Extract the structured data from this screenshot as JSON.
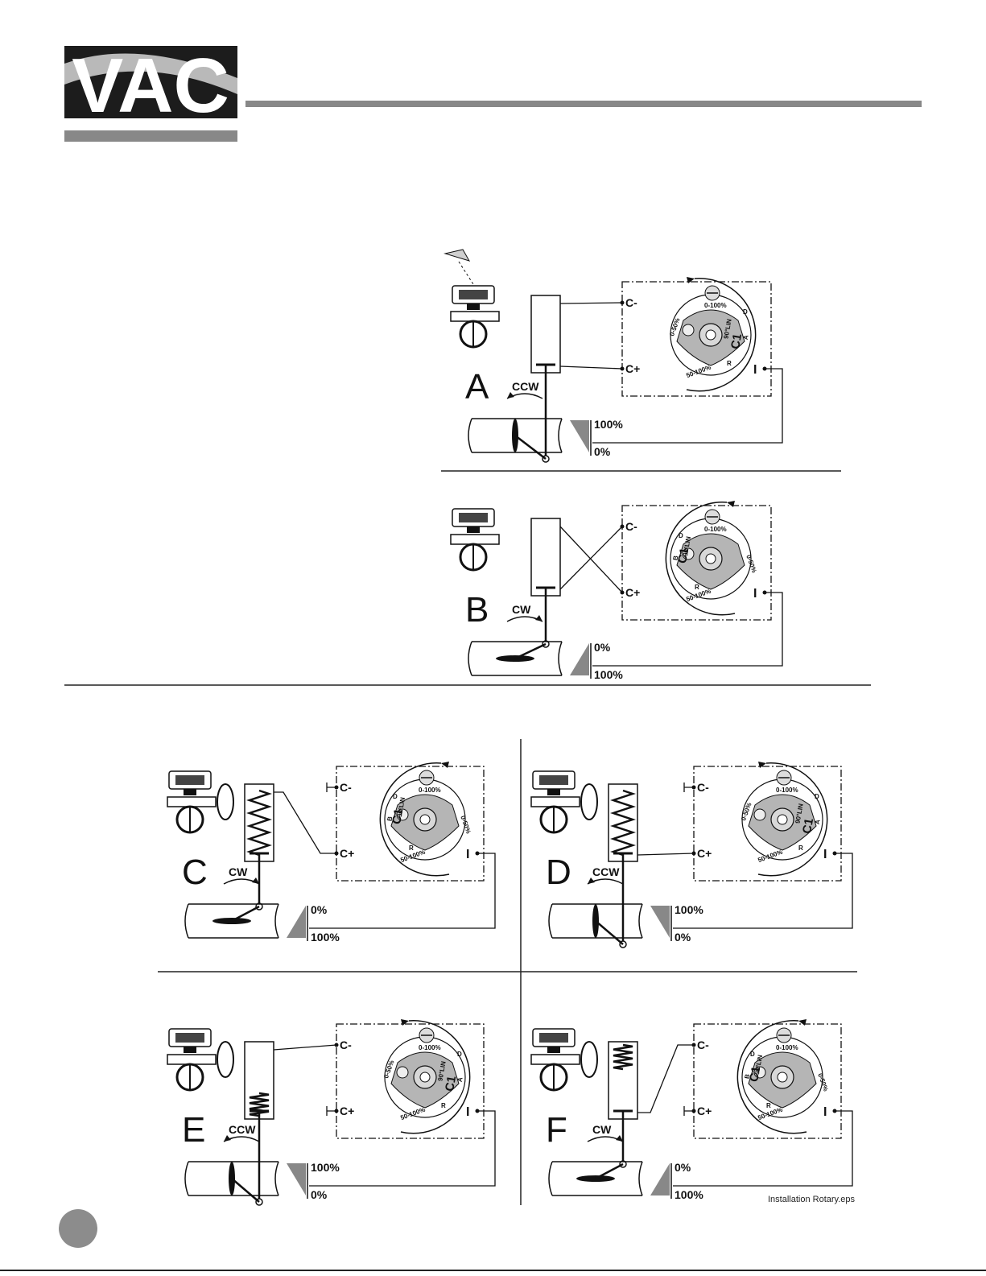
{
  "logo": {
    "text": "VAC"
  },
  "caption": "Installation Rotary.eps",
  "colors": {
    "gray_bar": "#888888",
    "ink": "#1a1a1a",
    "dial": "#b5b5b5"
  },
  "panels": [
    {
      "id": "A",
      "letter": "A",
      "rotation": "CCW",
      "top_pct": "100%",
      "bottom_pct": "0%",
      "term_neg": "C-",
      "term_pos": "C+",
      "term_i": "I",
      "dial": {
        "sel": "C1",
        "sub": "A",
        "range_full": "0-100%",
        "range_low": "0-50%",
        "range_high": "50-100%",
        "lin": "90°LIN",
        "dir_d": "D",
        "dir_r": "R"
      }
    },
    {
      "id": "B",
      "letter": "B",
      "rotation": "CW",
      "top_pct": "0%",
      "bottom_pct": "100%",
      "term_neg": "C-",
      "term_pos": "C+",
      "term_i": "I",
      "dial": {
        "sel": "C1",
        "sub": "B",
        "range_full": "0-100%",
        "range_low": "0-50%",
        "range_high": "50-100%",
        "lin": "90°LIN",
        "dir_d": "D",
        "dir_r": "R"
      }
    },
    {
      "id": "C",
      "letter": "C",
      "rotation": "CW",
      "top_pct": "0%",
      "bottom_pct": "100%",
      "term_neg": "C-",
      "term_pos": "C+",
      "term_i": "I",
      "dial": {
        "sel": "C1",
        "sub": "B",
        "range_full": "0-100%",
        "range_low": "0-50%",
        "range_high": "50-100%",
        "lin": "90°LIN",
        "dir_d": "D",
        "dir_r": "R"
      }
    },
    {
      "id": "D",
      "letter": "D",
      "rotation": "CCW",
      "top_pct": "100%",
      "bottom_pct": "0%",
      "term_neg": "C-",
      "term_pos": "C+",
      "term_i": "I",
      "dial": {
        "sel": "C1",
        "sub": "A",
        "range_full": "0-100%",
        "range_low": "0-50%",
        "range_high": "50-100%",
        "lin": "90°LIN",
        "dir_d": "D",
        "dir_r": "R"
      }
    },
    {
      "id": "E",
      "letter": "E",
      "rotation": "CCW",
      "top_pct": "100%",
      "bottom_pct": "0%",
      "term_neg": "C-",
      "term_pos": "C+",
      "term_i": "I",
      "dial": {
        "sel": "C1",
        "sub": "A",
        "range_full": "0-100%",
        "range_low": "0-50%",
        "range_high": "50-100%",
        "lin": "90°LIN",
        "dir_d": "D",
        "dir_r": "R"
      }
    },
    {
      "id": "F",
      "letter": "F",
      "rotation": "CW",
      "top_pct": "0%",
      "bottom_pct": "100%",
      "term_neg": "C-",
      "term_pos": "C+",
      "term_i": "I",
      "dial": {
        "sel": "C1",
        "sub": "B",
        "range_full": "0-100%",
        "range_low": "0-50%",
        "range_high": "50-100%",
        "lin": "90°LIN",
        "dir_d": "D",
        "dir_r": "R"
      }
    }
  ]
}
